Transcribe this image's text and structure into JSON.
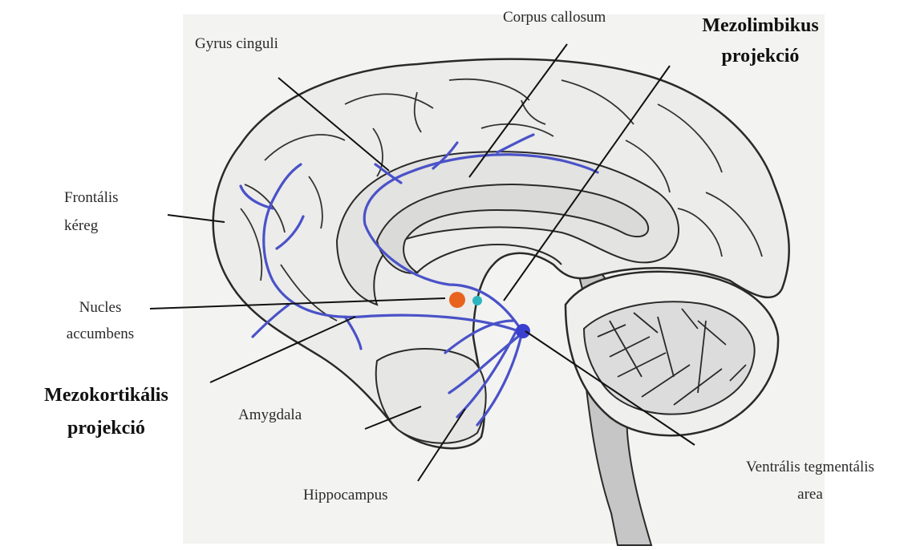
{
  "labels": {
    "gyrus_cinguli": "Gyrus cinguli",
    "corpus_callosum": "Corpus callosum",
    "mezolimbikus_1": "Mezolimbikus",
    "mezolimbikus_2": "projekció",
    "frontalis_1": "Frontális",
    "frontalis_2": "kéreg",
    "nucleus_1": "Nucles",
    "nucleus_2": "accumbens",
    "mezokortikalis_1": "Mezokortikális",
    "mezokortikalis_2": "projekció",
    "amygdala": "Amygdala",
    "hippocampus": "Hippocampus",
    "vta_1": "Ventrális tegmentális",
    "vta_2": "area"
  },
  "colors": {
    "pathway": "#4a52c8",
    "nucleus_accumbens_dot": "#e8641e",
    "secondary_dot": "#2bb5c0",
    "vta_dot": "#3a3fd0",
    "brain_fill": "#ececea",
    "brainstem_fill": "#c9c9c9",
    "outline": "#2a2a2a"
  }
}
